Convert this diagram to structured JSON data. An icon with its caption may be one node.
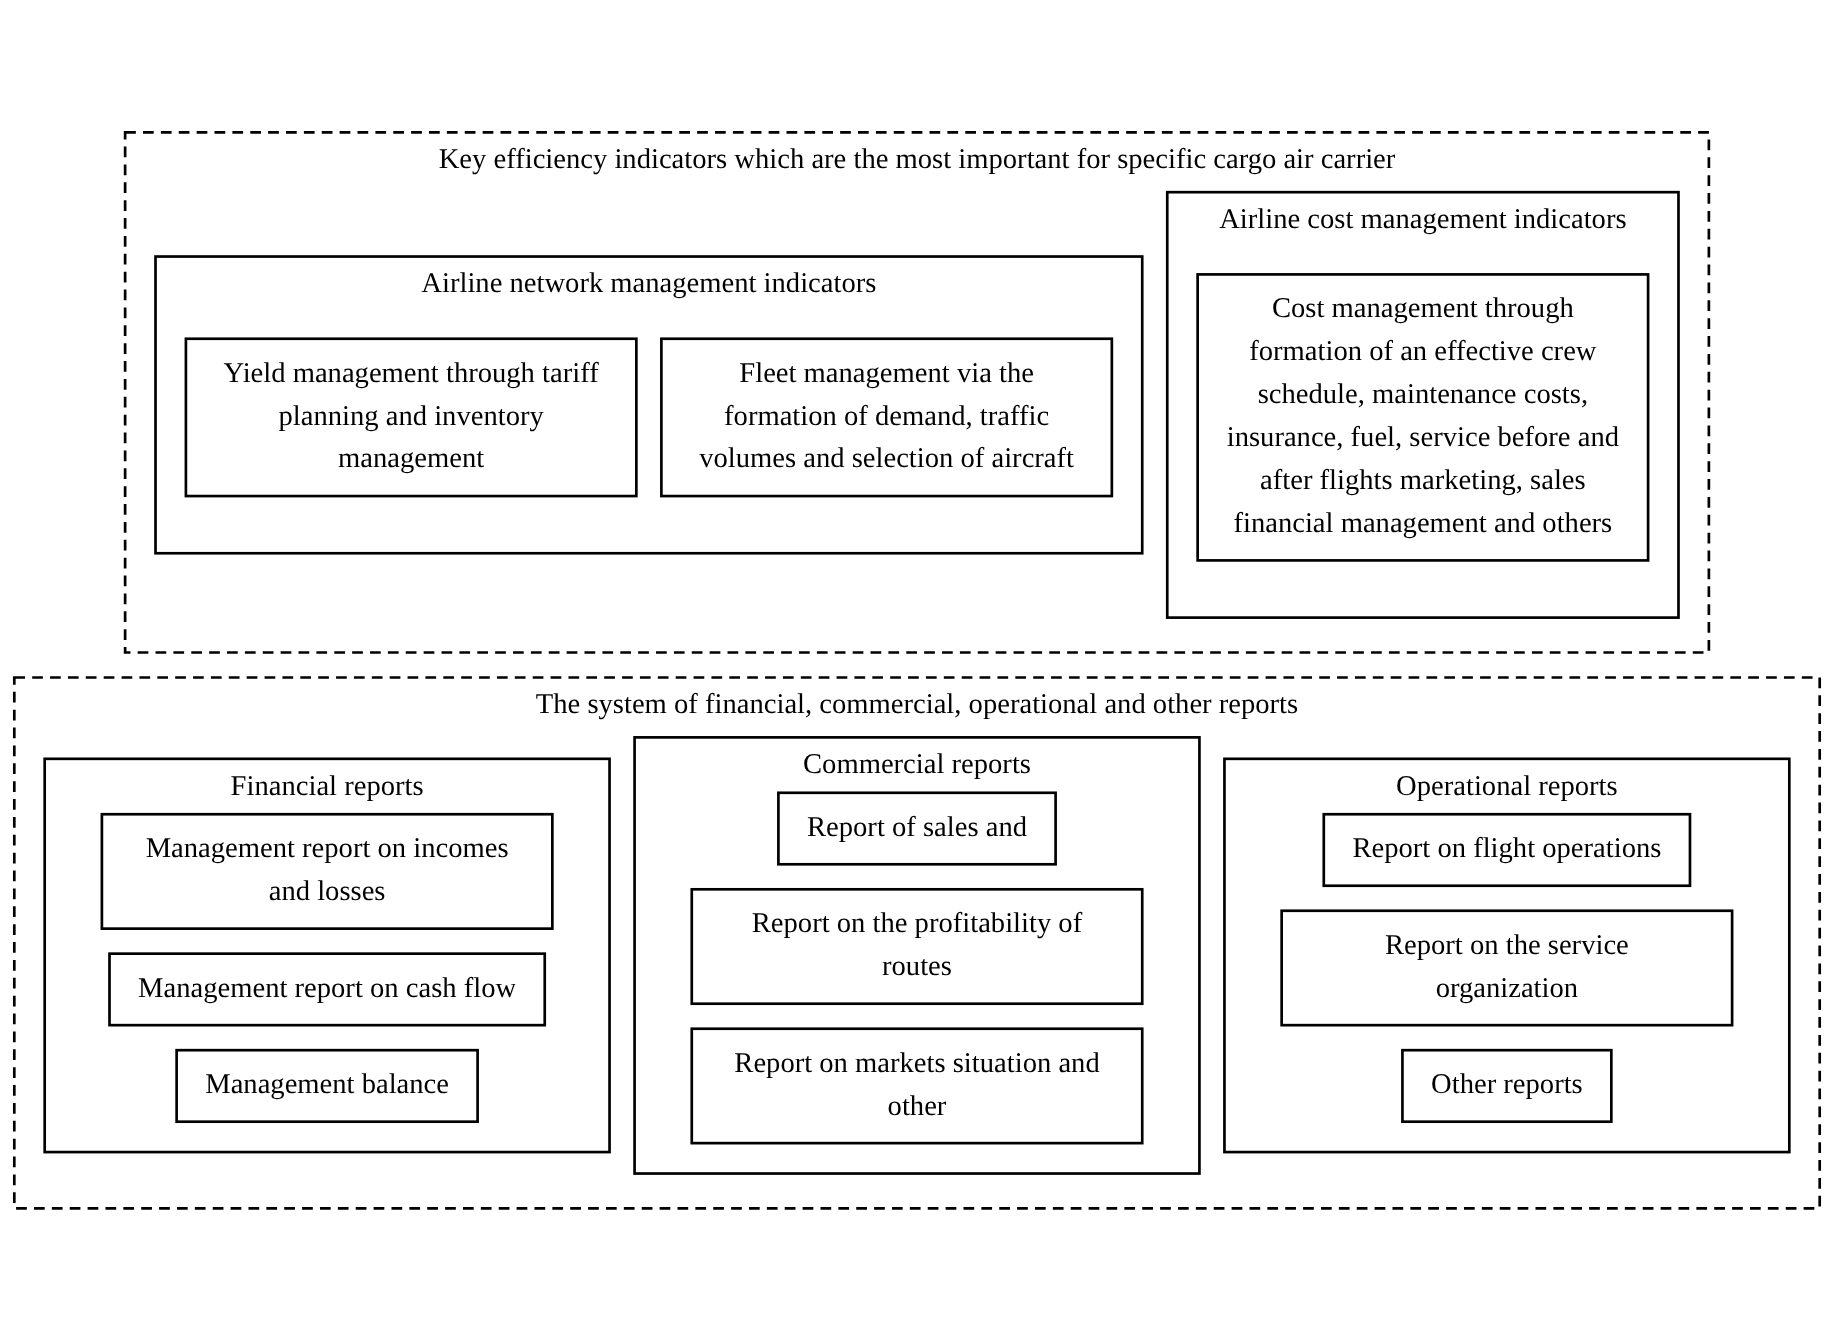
{
  "diagram": {
    "nodes": [
      {
        "text": [
          "Key efficiency indicators which are the most important for specific cargo air carrier"
        ]
      },
      {
        "text": [
          "Airline network management indicators"
        ],
        "in": 0
      },
      {
        "text": [
          "Yield management through tariff planning and inventory management"
        ],
        "in": 1
      },
      {
        "text": [
          "Fleet management via the formation of demand, traffic volumes and selection of aircraft"
        ],
        "in": 1
      },
      {
        "text": [
          "Airline cost management indicators"
        ],
        "in": 0
      },
      {
        "text": [
          "Cost management through formation of an effective crew schedule, maintenance costs, insurance, fuel, service before and after flights marketing, sales financial management and others"
        ],
        "in": 4
      },
      {
        "text": [
          "The system of financial, commercial, operational and other reports"
        ]
      },
      {
        "text": [
          "Financial reports"
        ],
        "in": 6
      },
      {
        "text": [
          "Management report on incomes and losses"
        ],
        "in": 7
      },
      {
        "text": [
          "Management report on cash flow"
        ],
        "in": 7
      },
      {
        "text": [
          "Management balance"
        ],
        "in": 7
      },
      {
        "text": [
          "Commercial reports"
        ],
        "in": 6
      },
      {
        "text": [
          "Report of sales and"
        ],
        "in": 11
      },
      {
        "text": [
          "Report on the profitability of routes"
        ],
        "in": 11
      },
      {
        "text": [
          "Report on markets situation and other"
        ],
        "in": 11
      },
      {
        "text": [
          "Operational reports"
        ],
        "in": 6
      },
      {
        "text": [
          "Report on flight operations"
        ],
        "in": 15
      },
      {
        "text": [
          "Report on the service organization"
        ],
        "in": 15
      },
      {
        "text": [
          "Other reports"
        ],
        "in": 15
      }
    ]
  }
}
